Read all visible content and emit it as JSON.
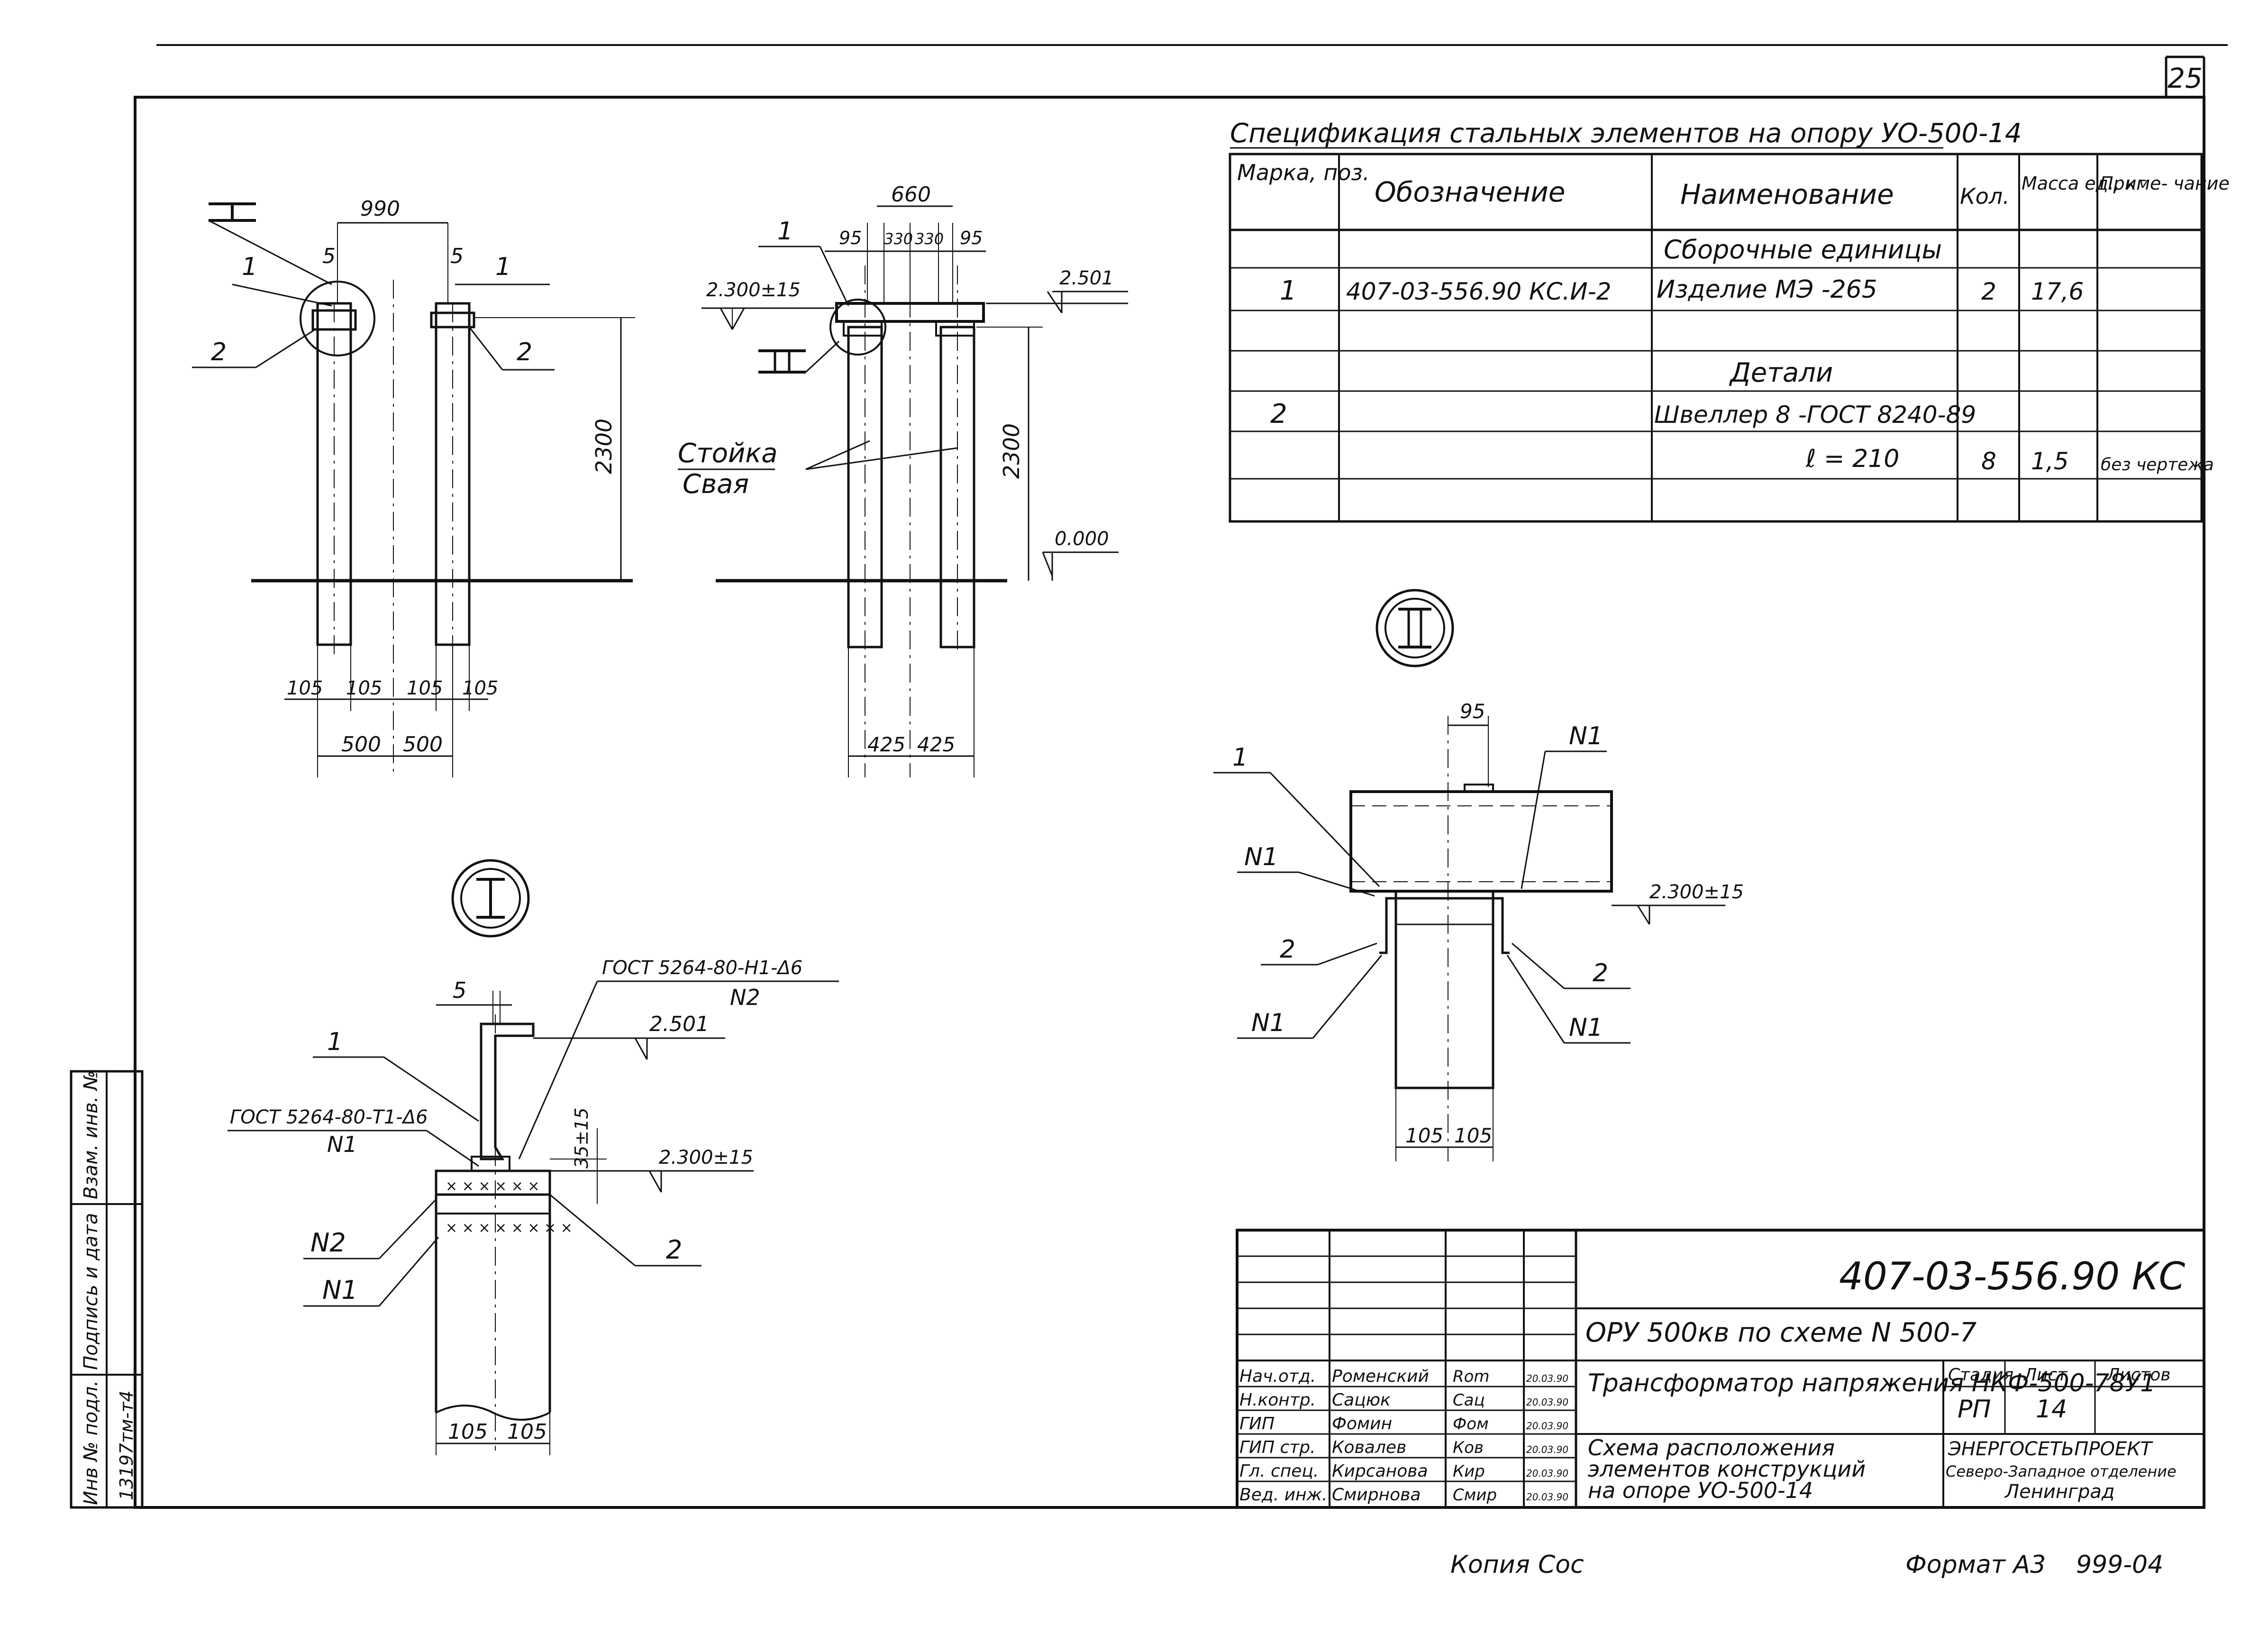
{
  "sheet_number": "25",
  "spec": {
    "title": "Спецификация стальных элементов на опору УО-500-14",
    "headers": [
      "Марка, поз.",
      "Обозначение",
      "Наименование",
      "Кол.",
      "Масса ед., кг",
      "Приме- чание"
    ],
    "rows": [
      [
        "",
        "",
        "Сборочные единицы",
        "",
        "",
        ""
      ],
      [
        "1",
        "407-03-556.90 КС.И-2",
        "Изделие МЭ -265",
        "2",
        "17,6",
        ""
      ],
      [
        "",
        "",
        "",
        "",
        "",
        ""
      ],
      [
        "",
        "",
        "Детали",
        "",
        "",
        ""
      ],
      [
        "2",
        "",
        "Швеллер 8 -ГОСТ 8240-89",
        "",
        "",
        ""
      ],
      [
        "",
        "",
        "ℓ = 210",
        "8",
        "1,5",
        "без чертежа"
      ],
      [
        "",
        "",
        "",
        "",
        "",
        ""
      ]
    ]
  },
  "views": {
    "left_elevation": {
      "section_mark": "I",
      "dim_top": "990",
      "dim_5_left": "5",
      "dim_5_right": "5",
      "pos_1_left": "1",
      "pos_1_right": "1",
      "pos_2_left": "2",
      "pos_2_right": "2",
      "height": "2300",
      "bottom_dims": [
        "105",
        "105",
        "105",
        "105"
      ],
      "bottom_dims_2": [
        "500",
        "500"
      ]
    },
    "right_elevation": {
      "section_mark": "II",
      "dim_660": "660",
      "dims_row": [
        "95",
        "330",
        "330",
        "95"
      ],
      "pos_1": "1",
      "level_top": "2.501",
      "level_mid": "2.300±15",
      "level_zero": "0.000",
      "height": "2300",
      "label_1": "Стойка",
      "label_2": "Свая",
      "bottom_dims": [
        "425",
        "425"
      ]
    },
    "detail_I": {
      "mark": "I",
      "dim_5": "5",
      "weld_top": "ГОСТ 5264-80-Н1-Δ6",
      "weld_top_n": "N2",
      "weld_left": "ГОСТ 5264-80-Т1-Δ6",
      "weld_left_n": "N1",
      "pos_1": "1",
      "pos_2": "2",
      "level_top": "2.501",
      "level_mid": "2.300±15",
      "dim_35": "35±15",
      "n2": "N2",
      "n1": "N1",
      "bottom_dims": [
        "105",
        "105"
      ]
    },
    "detail_II": {
      "mark": "II",
      "dim_95": "95",
      "n1_top": "N1",
      "pos_1": "1",
      "n1_left": "N1",
      "pos_2_left": "2",
      "n1_bottom_left": "N1",
      "pos_2_right": "2",
      "n1_bottom_right": "N1",
      "level": "2.300±15",
      "bottom_dims": [
        "105",
        "105"
      ]
    }
  },
  "side_stamp": {
    "labels": [
      "Инв № подл.",
      "Подпись и дата",
      "Взам. инв. №"
    ],
    "inv_value": "13197тм-т4"
  },
  "title_block": {
    "doc_code": "407-03-556.90 КС",
    "project": "ОРУ 500кв по схеме N 500-7",
    "subject": "Трансформатор напряжения НКФ-500-78У1",
    "drawing_title_lines": [
      "Схема расположения",
      "элементов конструкций",
      "на опоре УО-500-14"
    ],
    "stage_header": "Стадия",
    "sheet_header": "Лист",
    "sheets_header": "Листов",
    "stage": "РП",
    "sheet": "14",
    "sheets": "",
    "org_lines": [
      "ЭНЕРГОСЕТЬПРОЕКТ",
      "Северо-Западное отделение",
      "Ленинград"
    ],
    "people": [
      {
        "role": "Нач.отд.",
        "name": "Роменский",
        "sign": "Rom",
        "date": "20.03.90"
      },
      {
        "role": "Н.контр.",
        "name": "Сацюк",
        "sign": "Сац",
        "date": "20.03.90"
      },
      {
        "role": "ГИП",
        "name": "Фомин",
        "sign": "Фом",
        "date": "20.03.90"
      },
      {
        "role": "ГИП стр.",
        "name": "Ковалев",
        "sign": "Ков",
        "date": "20.03.90"
      },
      {
        "role": "Гл. спец.",
        "name": "Кирсанова",
        "sign": "Кир",
        "date": "20.03.90"
      },
      {
        "role": "Вед. инж.",
        "name": "Смирнова",
        "sign": "Смир",
        "date": "20.03.90"
      }
    ]
  },
  "footer": {
    "copy": "Копия",
    "copy_sign": "Сос",
    "format": "Формат А3",
    "code": "999-04"
  }
}
